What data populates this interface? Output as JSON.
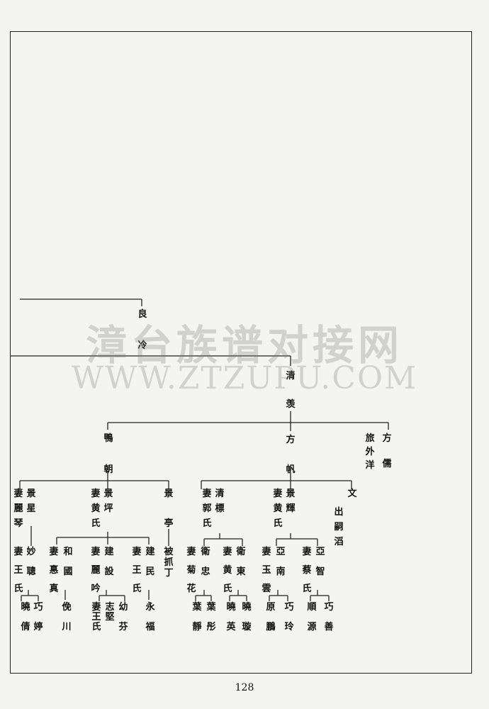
{
  "page_number": "128",
  "watermark": {
    "cn": "漳台族谱对接网",
    "en": "WWW.ZTZUPU.COM"
  },
  "nodes": {
    "liangleng": "良冷",
    "qingxian": "清羡",
    "yaochao": "鴨朝",
    "fangfan": "方帆",
    "fangru": "方儒",
    "fangru_note": "旅外洋",
    "jingxing": "景星",
    "jingxing_wife": "妻麗琴",
    "jingping": "景坪",
    "jingping_wife": "妻黄氏",
    "jingting": "景亭",
    "jingting_note": "被抓丁",
    "qingbiao": "清標",
    "qingbiao_wife": "妻郭氏",
    "jinghui": "景輝",
    "jinghui_wife": "妻黄氏",
    "wen": "文",
    "wen_note": "出嗣滔",
    "miaocong": "妙聰",
    "miaocong_wife": "妻王氏",
    "heguo": "和國",
    "heguo_wife": "妻惪真",
    "jianshe": "建設",
    "jianshe_wife": "妻麗吟",
    "jianmin": "建民",
    "jianmin_wife": "妻王氏",
    "weizhong": "衛忠",
    "weizhong_wife": "妻菊花",
    "weidong": "衛東",
    "weidong_wife": "妻黄氏",
    "yanan": "亞南",
    "yanan_wife": "妻玉雲",
    "yazhi": "亞智",
    "yazhi_wife": "妻蔡氏",
    "xiaoqian": "曉倩",
    "qiaoting": "巧婷",
    "yuechuan": "俛川",
    "zhijian": "志堅",
    "zhijian_wife": "妻王氏",
    "youfen": "幼芬",
    "yongfu": "永福",
    "yejing": "葉靜",
    "yetong": "葉彤",
    "xiaoying": "曉英",
    "xiaoxuan": "曉璇",
    "yuanpeng": "原鵬",
    "qiaoling": "巧玲",
    "shunyuan": "順源",
    "qiaoshan": "巧善"
  }
}
